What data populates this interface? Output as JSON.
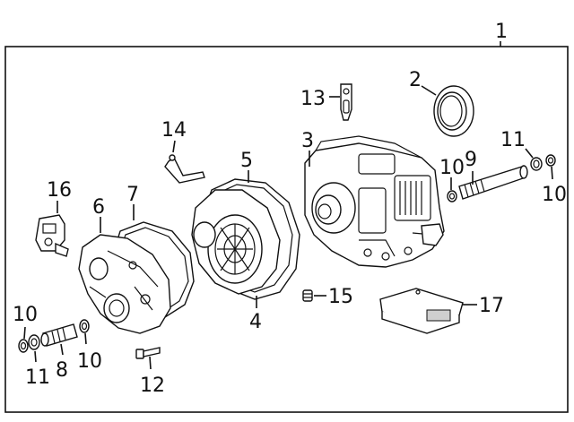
{
  "assembly_number": "1",
  "callouts": [
    {
      "id": "c2",
      "text": "2"
    },
    {
      "id": "c3",
      "text": "3"
    },
    {
      "id": "c4",
      "text": "4"
    },
    {
      "id": "c5",
      "text": "5"
    },
    {
      "id": "c6",
      "text": "6"
    },
    {
      "id": "c7",
      "text": "7"
    },
    {
      "id": "c8",
      "text": "8"
    },
    {
      "id": "c9",
      "text": "9"
    },
    {
      "id": "c10a",
      "text": "10"
    },
    {
      "id": "c10b",
      "text": "10"
    },
    {
      "id": "c10c",
      "text": "10"
    },
    {
      "id": "c10d",
      "text": "10"
    },
    {
      "id": "c11a",
      "text": "11"
    },
    {
      "id": "c11b",
      "text": "11"
    },
    {
      "id": "c12",
      "text": "12"
    },
    {
      "id": "c13",
      "text": "13"
    },
    {
      "id": "c14",
      "text": "14"
    },
    {
      "id": "c15",
      "text": "15"
    },
    {
      "id": "c16",
      "text": "16"
    },
    {
      "id": "c17",
      "text": "17"
    }
  ]
}
